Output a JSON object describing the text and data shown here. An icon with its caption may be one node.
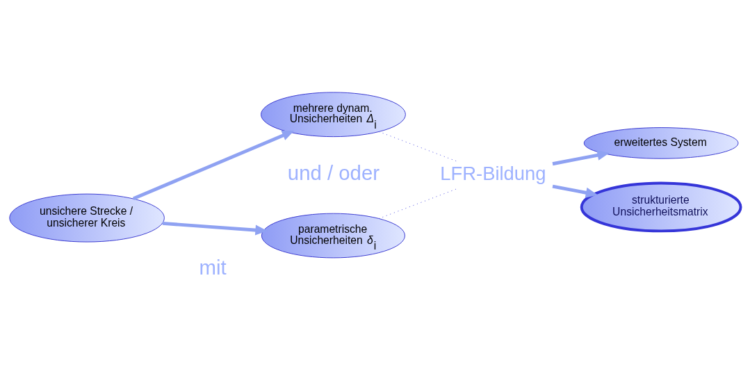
{
  "diagram": {
    "nodes": [
      {
        "text": [
          "unsichere Strecke / unsicherer Kreis"
        ]
      },
      {
        "text": [
          "mehrere dynam. Unsicherheiten *Δ*$_{i}$"
        ]
      },
      {
        "text": [
          "parametrische Unsicherheiten *δ*$_{i}$"
        ]
      },
      {
        "text": [
          "LFR-Bildung"
        ]
      },
      {
        "text": [
          "erweitertes System"
        ]
      },
      {
        "text": [
          "strukturierte Unsicherheitsmatrix"
        ]
      }
    ],
    "edges": [
      {
        "from": 0,
        "to": 1,
        "arrow": "to"
      },
      {
        "from": 0,
        "to": 2,
        "arrow": "to"
      },
      {
        "from": 1,
        "to": 3,
        "arrow": "none",
        "style": "dashed",
        "color": "#4a4ae0"
      },
      {
        "from": 2,
        "to": 3,
        "arrow": "none",
        "style": "dashed",
        "color": "#4a4ae0"
      },
      {
        "from": 3,
        "to": 4,
        "arrow": "to"
      },
      {
        "from": 3,
        "to": 5,
        "arrow": "to"
      }
    ],
    "labels": [
      "mit",
      "und / oder"
    ]
  }
}
